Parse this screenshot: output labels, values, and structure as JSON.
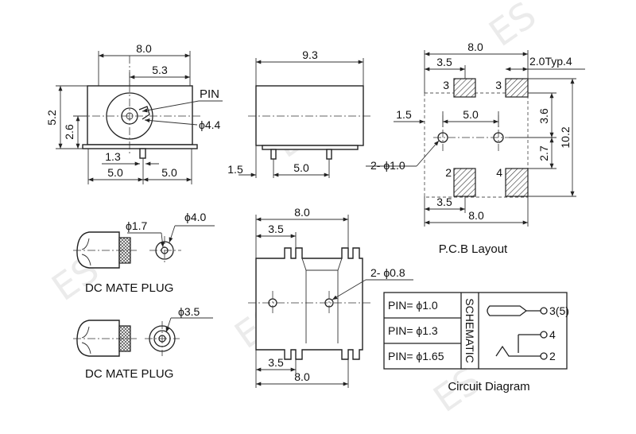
{
  "watermark": "ES",
  "front_view": {
    "dim_width": "8.0",
    "dim_center": "5.3",
    "dim_height": "5.2",
    "dim_axis": "2.6",
    "dim_pin_offset": "1.3",
    "dim_left": "5.0",
    "dim_right": "5.0",
    "pin_label": "PIN",
    "hole_dia": "ϕ4.4"
  },
  "side_view": {
    "dim_length": "9.3",
    "dim_edge": "1.5",
    "dim_pitch": "5.0"
  },
  "plugs": [
    {
      "dia_small": "ϕ1.7",
      "dia_large": "ϕ4.0",
      "caption": "DC MATE PLUG"
    },
    {
      "dia_small": "ϕ3.5",
      "caption": "DC MATE PLUG"
    }
  ],
  "top_view": {
    "dim_width": "8.0",
    "dim_offset": "3.5",
    "hole_note": "2- ϕ0.8",
    "dim_offset_bottom": "3.5",
    "dim_width_bottom": "8.0"
  },
  "pcb_layout": {
    "dim_width": "8.0",
    "dim_pad_offset": "3.5",
    "pad_note": "2.0Typ.4",
    "dim_hole_edge": "1.5",
    "dim_hole_pitch": "5.0",
    "hole_note": "2- ϕ1.0",
    "dim_pad_top": "3.6",
    "dim_height": "10.2",
    "dim_pad_bottom": "2.7",
    "dim_offset_bottom": "3.5",
    "dim_width_bottom": "8.0",
    "pad_labels": [
      "3",
      "3",
      "2",
      "4"
    ],
    "caption": "P.C.B Layout"
  },
  "pin_table": {
    "rows": [
      "PIN= ϕ1.0",
      "PIN= ϕ1.3",
      "PIN= ϕ1.65"
    ],
    "side_label": "SCHEMATIC",
    "terminals": [
      "3(5)",
      "4",
      "2"
    ],
    "caption": "Circuit Diagram"
  }
}
